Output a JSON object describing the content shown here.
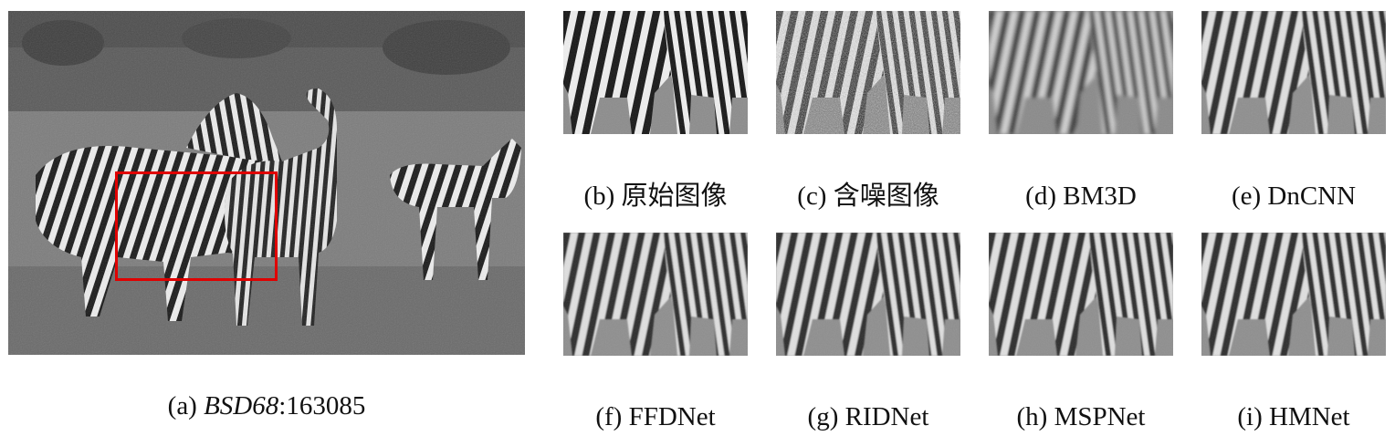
{
  "main_figure": {
    "caption_prefix": "(a) ",
    "caption_dataset": "BSD68",
    "caption_suffix": ":163085",
    "roi_color": "#e00000"
  },
  "panels": [
    {
      "id": "b",
      "caption": "(b) 原始图像",
      "style": "sharp"
    },
    {
      "id": "c",
      "caption": "(c) 含噪图像",
      "style": "noisy"
    },
    {
      "id": "d",
      "caption": "(d) BM3D",
      "style": "blurry"
    },
    {
      "id": "e",
      "caption": "(e) DnCNN",
      "style": "smooth"
    },
    {
      "id": "f",
      "caption": "(f) FFDNet",
      "style": "smooth"
    },
    {
      "id": "g",
      "caption": "(g) RIDNet",
      "style": "smooth"
    },
    {
      "id": "h",
      "caption": "(h) MSPNet",
      "style": "smooth"
    },
    {
      "id": "i",
      "caption": "(i) HMNet",
      "style": "smooth"
    }
  ]
}
